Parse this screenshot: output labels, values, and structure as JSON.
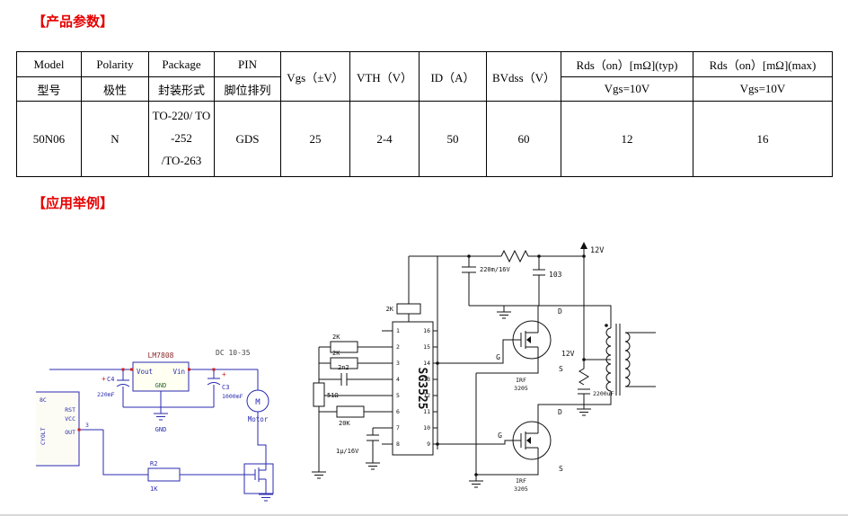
{
  "sections": {
    "params_title": "【产品参数】",
    "examples_title": "【应用举例】"
  },
  "spec_table": {
    "row1": [
      "Model",
      "Polarity",
      "Package",
      "PIN",
      "Vgs（±V）",
      "VTH（V）",
      "ID（A）",
      "BVdss（V）",
      "Rds（on）[mΩ](typ)",
      "Rds（on）[mΩ](max)"
    ],
    "row2": [
      "型号",
      "极性",
      "封装形式",
      "脚位排列",
      "Vgs=10V",
      "Vgs=10V"
    ],
    "row3": [
      "50N06",
      "N",
      "TO-220/ TO\n-252\n/TO-263",
      "GDS",
      "25",
      "2-4",
      "50",
      "60",
      "12",
      "16"
    ]
  },
  "left_circuit": {
    "regulator": "LM7808",
    "vout": "Vout",
    "vin": "Vin",
    "gnd_pin": "GND",
    "plus": "+",
    "c4": "C4",
    "c4_value": "220mF",
    "c3": "C3",
    "c3_value": "1000mF",
    "dc_input": "DC 10-35",
    "motor_m": "M",
    "motor": "Motor",
    "gnd": "GND",
    "r2": "R2",
    "r2_value": "1K",
    "ic_8c": "8C",
    "ic_rst": "RST",
    "ic_vcc": "VCC",
    "ic_out": "OUT",
    "ic_cyolt": "CYOLT",
    "pin3": "3"
  },
  "right_circuit": {
    "ic": "SG3525",
    "v12_top": "12V",
    "v12_tap": "12V",
    "cap_bulk": "220m/16V",
    "cap_103": "103",
    "cap_2200": "2200uF",
    "r2k_1": "2K",
    "r2k_2": "2K",
    "r2k_3": "2K",
    "r51": "51Ω",
    "r20k": "20K",
    "c2n2": "2n2",
    "c1u": "1µ/16V",
    "d": "D",
    "g": "G",
    "s": "S",
    "irf": "IRF",
    "irf_num": "3205",
    "pins_left": [
      "1",
      "2",
      "3",
      "4",
      "5",
      "6",
      "7",
      "8"
    ],
    "pins_right": [
      "16",
      "15",
      "14",
      "13",
      "12",
      "11",
      "10",
      "9"
    ]
  }
}
